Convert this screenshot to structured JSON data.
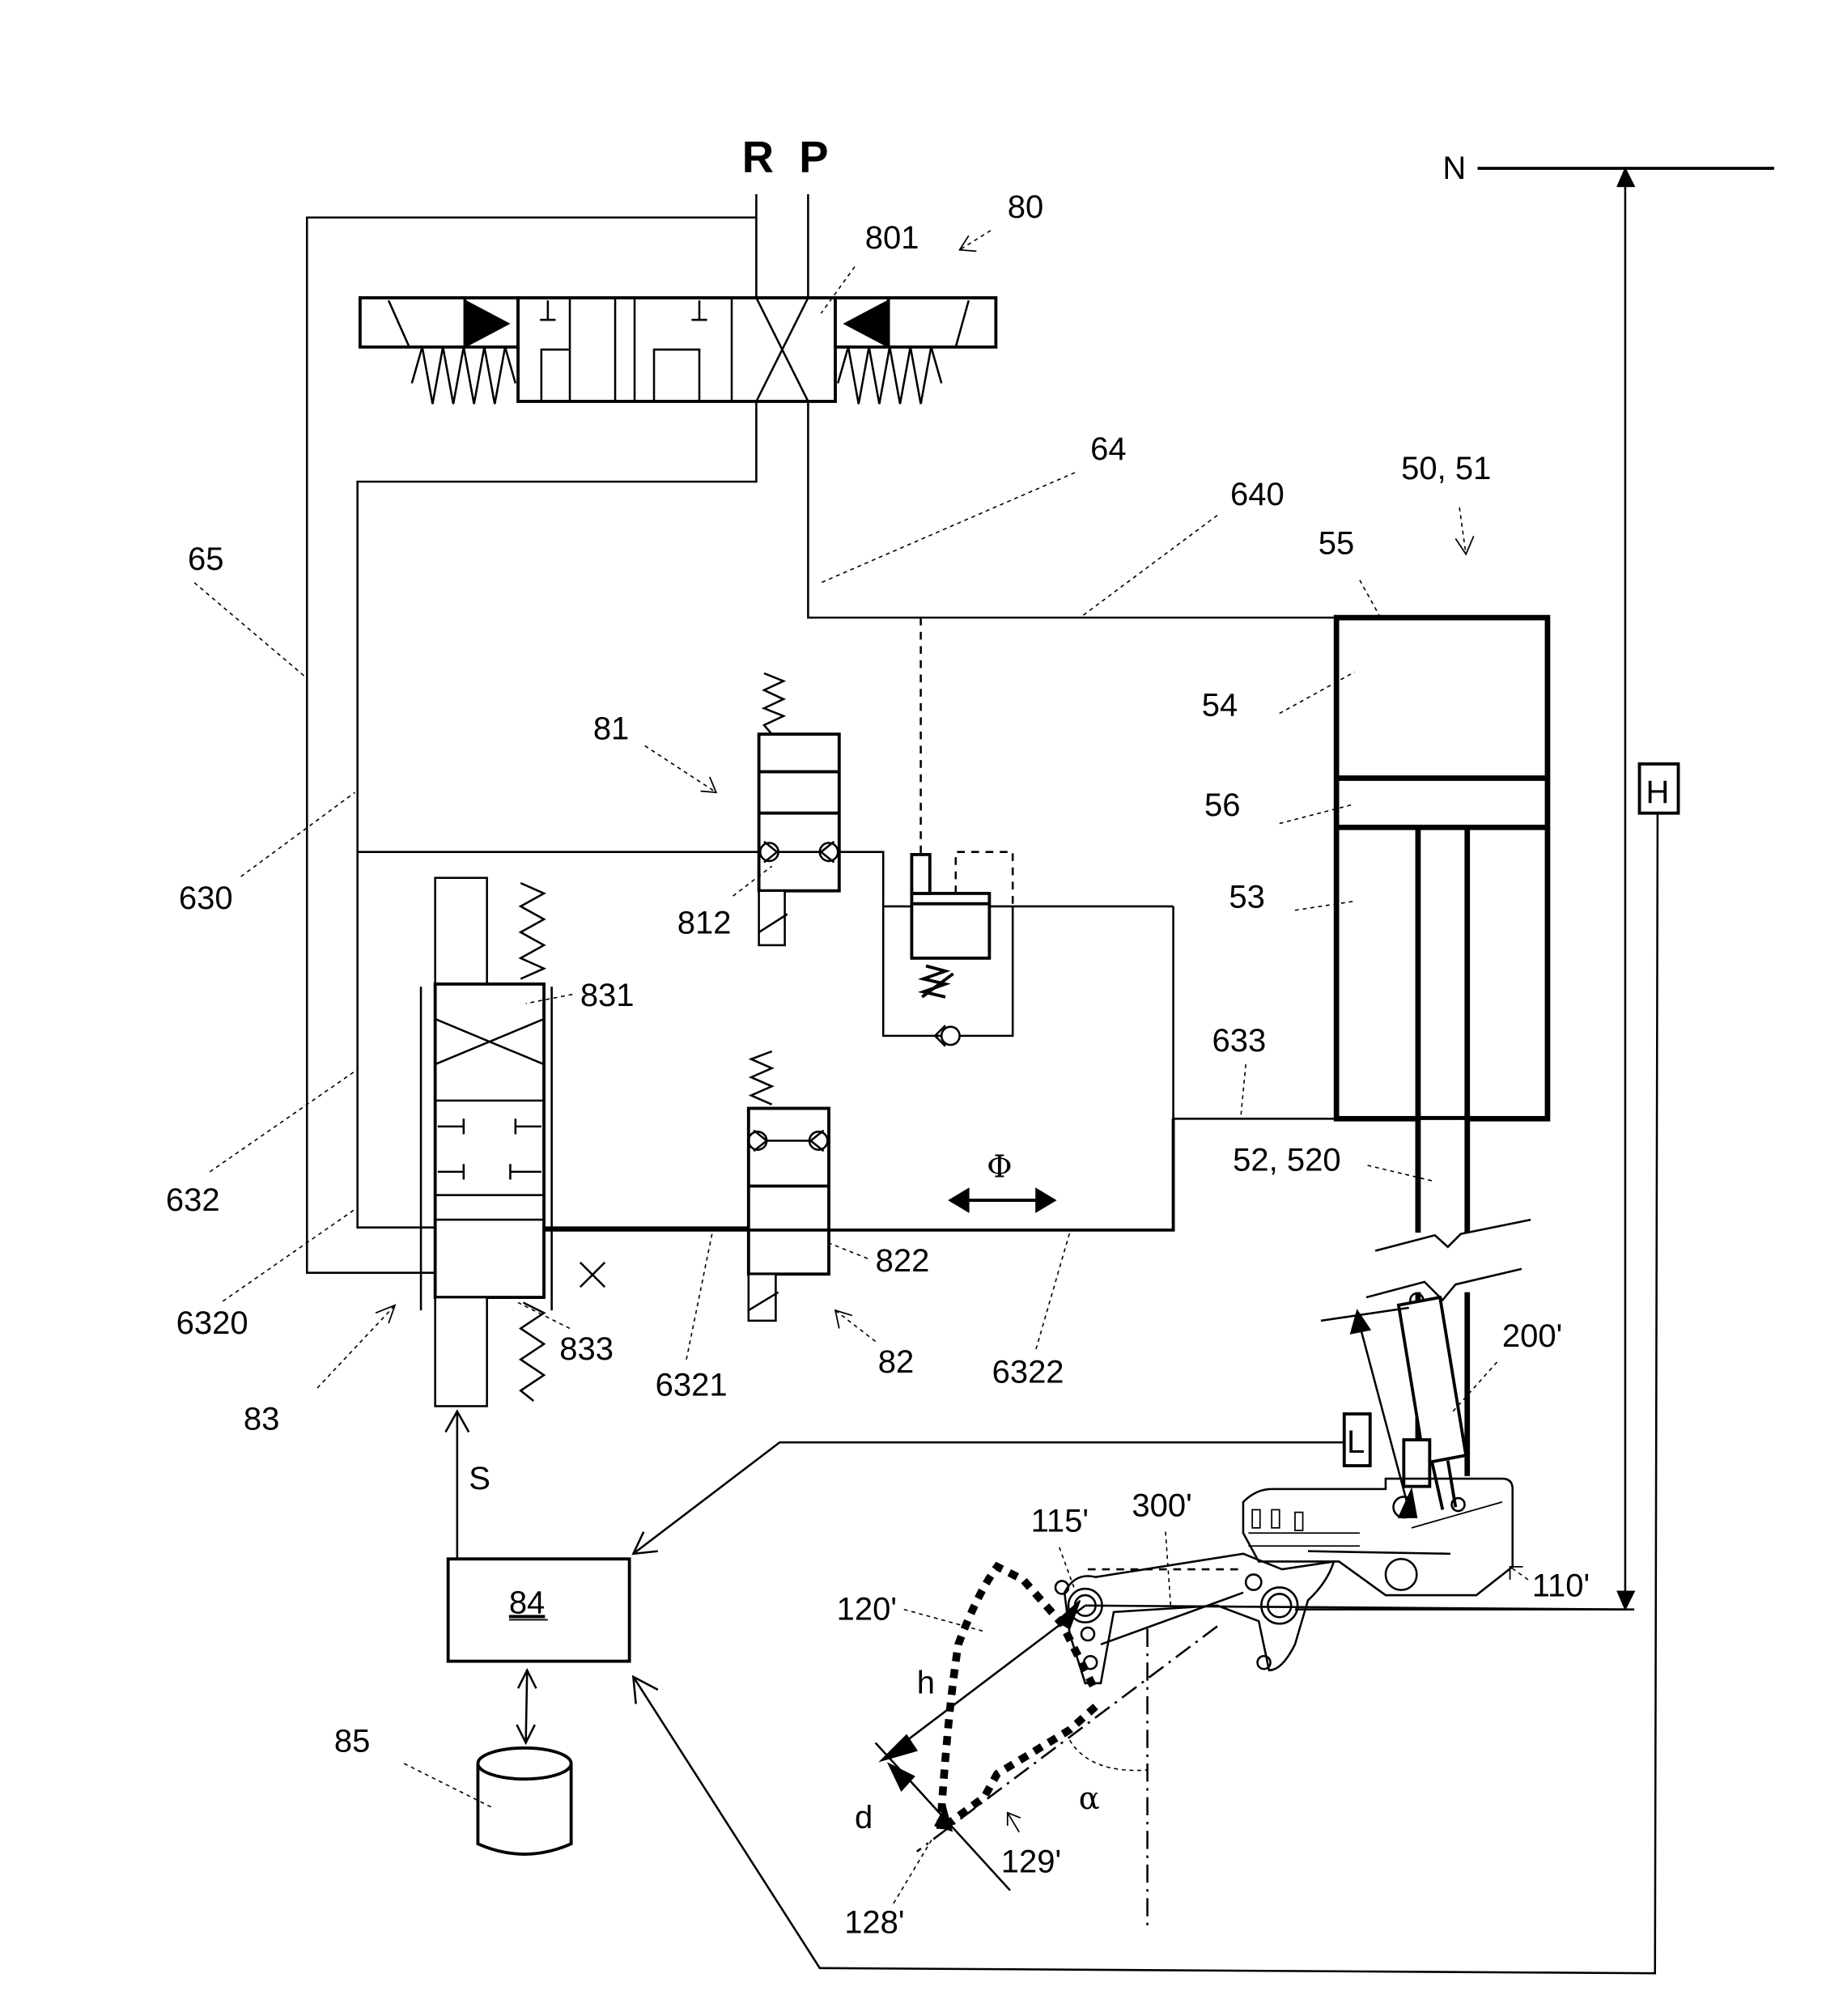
{
  "figure": {
    "type": "hydraulic circuit schematic with lifting linkage",
    "colors": {
      "ink": "#000000",
      "background": "#ffffff"
    }
  },
  "ports": {
    "return": "R",
    "pressure": "P"
  },
  "reference_levels": {
    "upper": "N",
    "height_box": "H",
    "length_box": "L"
  },
  "symbols": {
    "flow": "Φ",
    "signal": "S",
    "angle": "α",
    "height": "h",
    "distance": "d"
  },
  "labels": {
    "valve_80": "80",
    "valve_801": "801",
    "line_64": "64",
    "line_640": "640",
    "cylinder_50_51": "50, 51",
    "cap_55": "55",
    "chamber_54": "54",
    "piston_56": "56",
    "chamber_53": "53",
    "line_633": "633",
    "rod_52_520": "52, 520",
    "line_65": "65",
    "line_630": "630",
    "valve_81": "81",
    "element_812": "812",
    "valve_831": "831",
    "line_632": "632",
    "line_6320": "6320",
    "valve_83": "83",
    "element_833": "833",
    "line_6321": "6321",
    "element_822": "822",
    "valve_82": "82",
    "line_6322": "6322",
    "device_200": "200'",
    "controller_84": "84",
    "storage_85": "85",
    "pivot_115": "115'",
    "link_300": "300'",
    "hitch_110": "110'",
    "arm_120": "120'",
    "point_128": "128'",
    "path_129": "129'"
  }
}
